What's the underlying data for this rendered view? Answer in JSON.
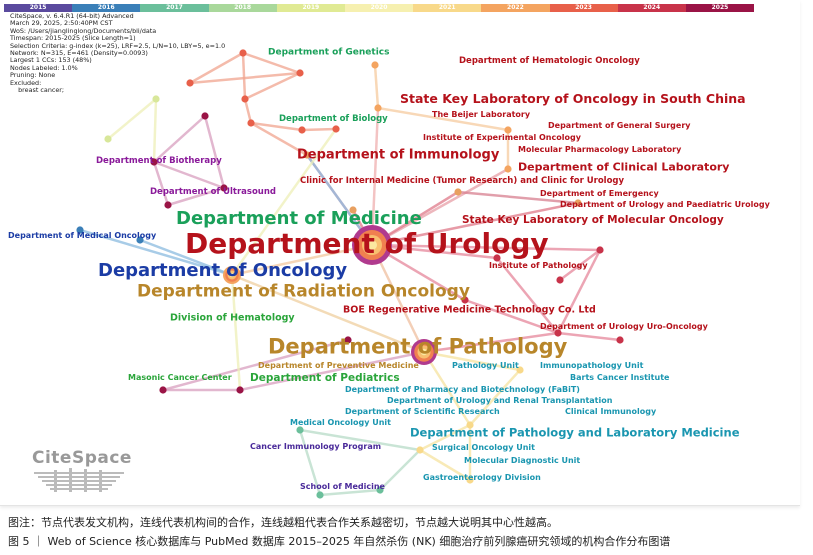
{
  "timeline": {
    "years": [
      "2015",
      "2016",
      "2017",
      "2018",
      "2019",
      "2020",
      "2021",
      "2022",
      "2023",
      "2024",
      "2025"
    ],
    "colors": [
      "#5a4a9e",
      "#3a7fb8",
      "#6bbf9b",
      "#a9d89b",
      "#e0ea94",
      "#f6f0b0",
      "#f8d98a",
      "#f4a460",
      "#e8604a",
      "#c8334a",
      "#9a1446"
    ]
  },
  "meta": [
    "CiteSpace, v. 6.4.R1 (64-bit) Advanced",
    "March 29, 2025, 2:50:40PM CST",
    "WoS: /Users/jianglinglong/Documents/bli/data",
    "Timespan: 2015-2025 (Slice Length=1)",
    "Selection Criteria: g-index (k=25), LRF=2.5, L/N=10, LBY=5, e=1.0",
    "Network: N=315, E=461 (Density=0.0093)",
    "Largest 1 CCs: 153 (48%)",
    "Nodes Labeled: 1.0%",
    "Pruning: None",
    "Excluded:",
    "    breast cancer;"
  ],
  "labels": [
    "Department of Genetics",
    "Department of Hematologic Oncology",
    "State Key Laboratory of Oncology in South China",
    "Department of Biology",
    "The Beijer Laboratory",
    "Department of General Surgery",
    "Institute of Experimental Oncology",
    "Department of Immunology",
    "Molecular Pharmacology Laboratory",
    "Department of Clinical Laboratory",
    "Department of Biotherapy",
    "Department of Ultrasound",
    "Clinic for Internal Medicine (Tumor Research) and Clinic for Urology",
    "Department of Emergency",
    "Department of Urology and Paediatric Urology",
    "State Key Laboratory of Molecular Oncology",
    "Department of Medicine",
    "Department of Urology",
    "Department of Medical Oncology",
    "Department of Oncology",
    "Institute of Pathology",
    "Department of Radiation Oncology",
    "BOE Regenerative Medicine Technology Co. Ltd",
    "Division of Hematology",
    "Department of Urology Uro-Oncology",
    "Department of Pathology",
    "Pathology Unit",
    "Immunopathology Unit",
    "Department of Preventive Medicine",
    "Barts Cancer Institute",
    "Masonic Cancer Center",
    "Department of Pediatrics",
    "Department of Pharmacy and Biotechnology (FaBiT)",
    "Department of Urology and Renal Transplantation",
    "Department of Scientific Research",
    "Clinical Immunology",
    "Medical Oncology Unit",
    "Department of Pathology and Laboratory Medicine",
    "Surgical Oncology Unit",
    "Cancer Immunology Program",
    "Molecular Diagnostic Unit",
    "Gastroenterology Division",
    "School of Medicine"
  ],
  "logo": "CiteSpace",
  "caption": {
    "note": "图注：节点代表发文机构，连线代表机构间的合作，连线越粗代表合作关系越密切，节点越大说明其中心性越高。",
    "title": "图 5 ｜ Web of Science 核心数据库与 PubMed 数据库 2015–2025 年自然杀伤 (NK) 细胞治疗前列腺癌研究领域的机构合作分布图谱"
  }
}
